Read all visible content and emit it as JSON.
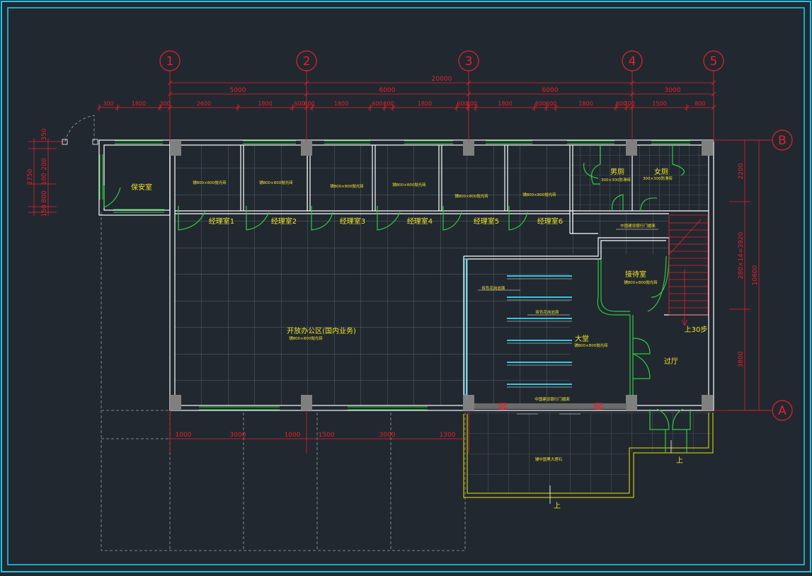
{
  "colors": {
    "background": "#212830",
    "frame": "#18c8e8",
    "wall": "#ffffff",
    "window": "#2ecc40",
    "dimension": "#e8202a",
    "label": "#f2e22c",
    "grid": "#6f7780",
    "dashed": "#9aa0a6",
    "terrace": "#e6e600",
    "counter": "#33c8e0"
  },
  "axes": {
    "columns": [
      "1",
      "2",
      "3",
      "4",
      "5"
    ],
    "rows": [
      "B",
      "A"
    ]
  },
  "dimensions": {
    "overall_top": "20000",
    "bays_top": [
      "5000",
      "6000",
      "6000",
      "3000"
    ],
    "detail_top": [
      "300",
      "1800",
      "300",
      "2600",
      "1800",
      "600",
      "600",
      "1800",
      "600",
      "600",
      "1800",
      "600",
      "600",
      "1800",
      "600",
      "600",
      "1800",
      "600",
      "700",
      "1500",
      "800"
    ],
    "bottom": [
      "1000",
      "3000",
      "1000",
      "1500",
      "3000",
      "1300"
    ],
    "right_overall": "10600",
    "right_parts": [
      "2200",
      "280×14=3920",
      "3800"
    ],
    "left_overall": "2750",
    "left_parts": [
      "350",
      "200",
      "100",
      "800",
      "150"
    ]
  },
  "rooms": {
    "guard": "保安室",
    "managers": [
      "经理室1",
      "经理室2",
      "经理室3",
      "经理室4",
      "经理室5",
      "经理室6"
    ],
    "manager_floor": "铺800×800抛光砖",
    "men_wc": "男厕",
    "women_wc": "女厕",
    "wc_floor": "300×300防滑砖",
    "corridor_note": "中国建设银行门楣面",
    "reception": "接待室",
    "reception_floor": "铺800×800抛光砖",
    "stair_note": "上30步",
    "office": "开放办公区(国内业务)",
    "office_floor": "铺800×800抛光砖",
    "hall": "大堂",
    "hall_floor": "铺800×800抛光砖",
    "counter_note_1": "砖色花岗岩面",
    "counter_note_2": "砖色花岗岩面",
    "lobby": "过厅",
    "entrance_note": "中国建设银行门楣面",
    "terrace_note": "铺中国黑大理石",
    "up_label": "上"
  }
}
